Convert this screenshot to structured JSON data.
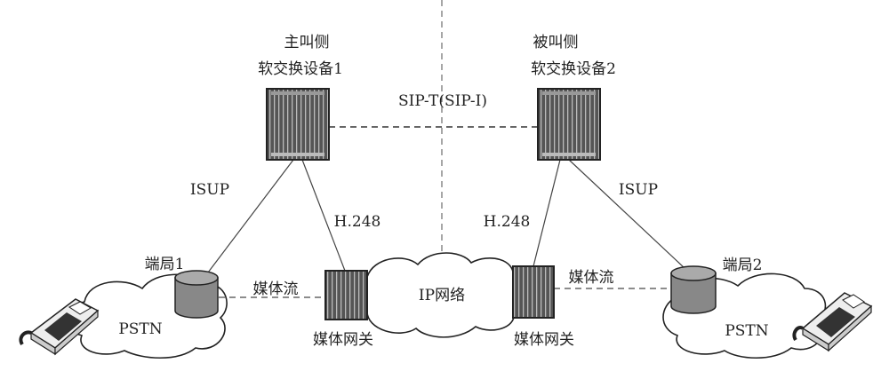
{
  "left_side": {
    "side_label": "主叫侧",
    "softswitch_label": "软交换设备1",
    "isup_label": "ISUP",
    "h248_label": "H.248",
    "end_office_label": "端局1",
    "media_stream_label": "媒体流",
    "pstn_label": "PSTN",
    "media_gateway_label": "媒体网关"
  },
  "right_side": {
    "side_label": "被叫侧",
    "softswitch_label": "软交换设备2",
    "isup_label": "ISUP",
    "h248_label": "H.248",
    "end_office_label": "端局2",
    "media_stream_label": "媒体流",
    "pstn_label": "PSTN",
    "media_gateway_label": "媒体网关"
  },
  "sip_link_label": "SIP-T(SIP-I)",
  "ip_network_label": "IP网络"
}
